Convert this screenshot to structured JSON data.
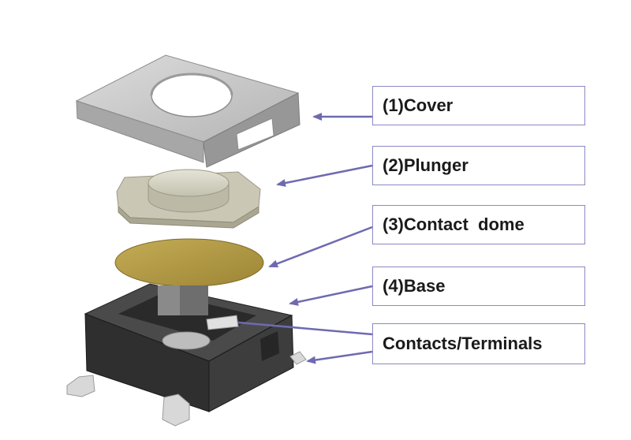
{
  "labels": {
    "cover": "(1)Cover",
    "plunger": "(2)Plunger",
    "contact_dome": "(3)Contact  dome",
    "base": "(4)Base",
    "contacts_terminals": "Contacts/Terminals"
  },
  "colors": {
    "label_border": "#8c88c4",
    "arrow": "#6f6ab0",
    "cover_metal": "#c6c6c6",
    "plunger": "#d4d2c2",
    "dome": "#b8a04a",
    "base_body": "#3b3b3b",
    "terminals": "#d8d8d8"
  }
}
